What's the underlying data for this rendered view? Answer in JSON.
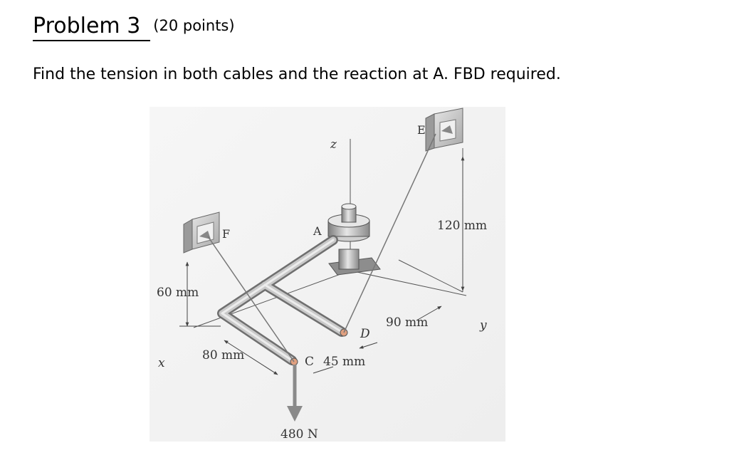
{
  "problem": {
    "title": "Problem 3",
    "points": "(20 points)",
    "statement": "Find the tension in both cables and the reaction at A.  FBD required."
  },
  "figure": {
    "labels": {
      "z": "z",
      "y": "y",
      "x": "x",
      "A": "A",
      "C": "C",
      "D": "D",
      "E": "E",
      "F": "F"
    },
    "dimensions": {
      "d60": "60 mm",
      "d80": "80 mm",
      "d45": "45 mm",
      "d90": "90 mm",
      "d120": "120 mm"
    },
    "load": "480 N"
  }
}
